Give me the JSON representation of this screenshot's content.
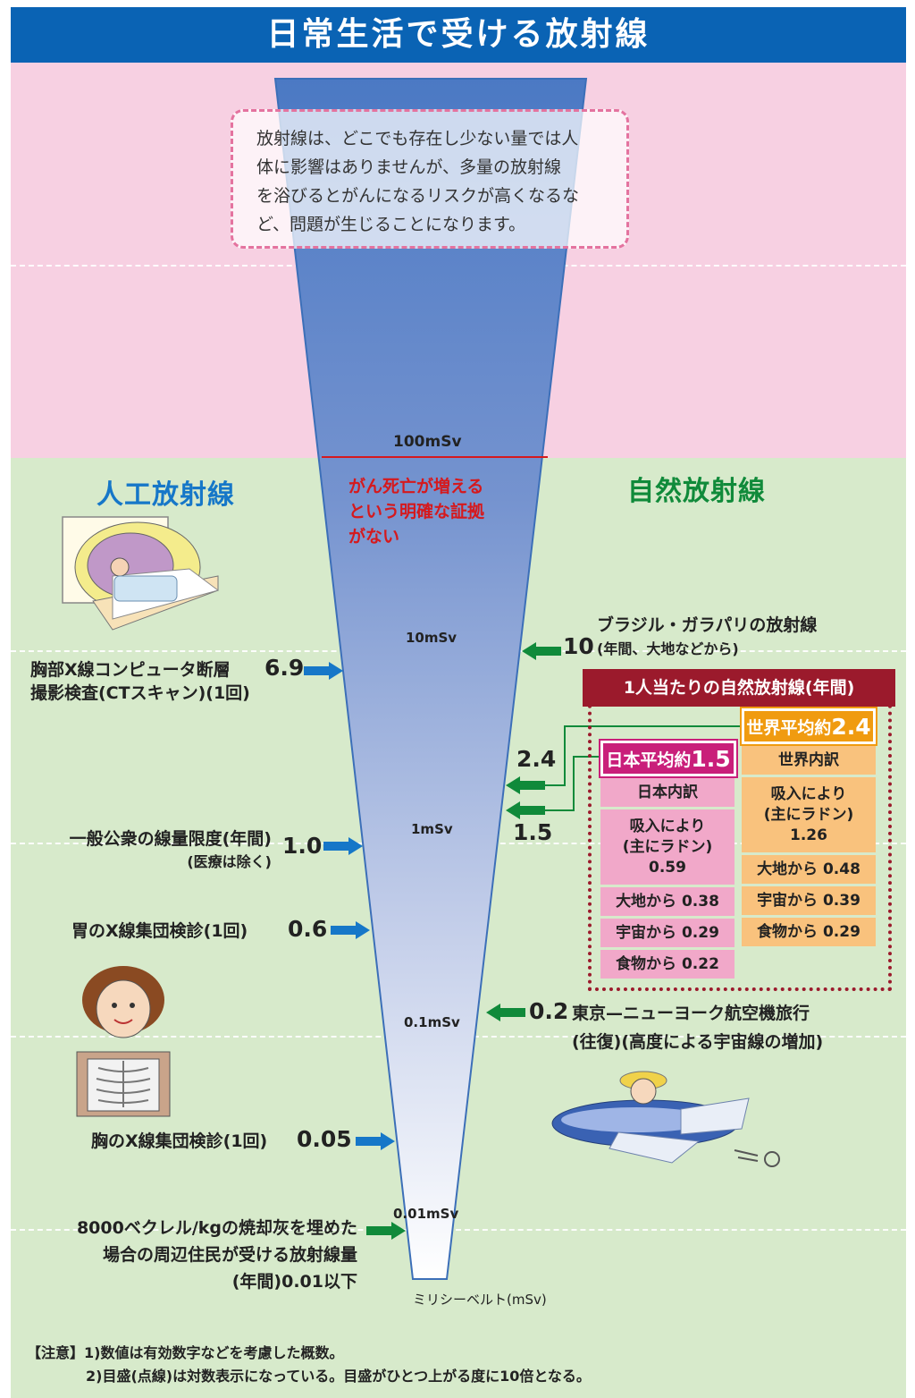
{
  "title": "日常生活で受ける放射線",
  "intro_lines": [
    "放射線は、どこでも存在し少ない量では人",
    "体に影響はありませんが、多量の放射線",
    "を浴びるとがんになるリスクが高くなるな",
    "ど、問題が生じることになります。"
  ],
  "scale": {
    "mSv100": "100mSv",
    "mSv10": "10mSv",
    "mSv1": "1mSv",
    "mSv01": "0.1mSv",
    "mSv001": "0.01mSv",
    "unit": "ミリシーベルト(mSv)"
  },
  "threshold_lines": [
    "がん死亡が増える",
    "という明確な証拠",
    "がない"
  ],
  "heading_left": "人工放射線",
  "heading_right": "自然放射線",
  "artificial": {
    "ct_line1": "胸部X線コンピュータ断層",
    "ct_line2": "撮影検査(CTスキャン)(1回)",
    "ct_value": "6.9",
    "public_line1": "一般公衆の線量限度(年間)",
    "public_line2": "(医療は除く)",
    "public_value": "1.0",
    "stomach_label": "胃のX線集団検診(1回)",
    "stomach_value": "0.6",
    "chest_label": "胸のX線集団検診(1回)",
    "chest_value": "0.05",
    "ash_line1": "8000ベクレル/kgの焼却灰を埋めた",
    "ash_line2": "場合の周辺住民が受ける放射線量",
    "ash_line3": "(年間)0.01以下"
  },
  "natural": {
    "brazil_label": "ブラジル・ガラパリの放射線",
    "brazil_value": "10",
    "brazil_note": "(年間、大地などから)",
    "world_value": "2.4",
    "japan_value": "1.5",
    "flight_value": "0.2",
    "flight_line1": "東京—ニューヨーク航空機旅行",
    "flight_line2": "(往復)(高度による宇宙線の増加)"
  },
  "natural_box": {
    "header": "1人当たりの自然放射線(年間)",
    "japan": {
      "head_prefix": "日本平均約",
      "head_value": "1.5",
      "sub": "日本内訳",
      "inhale_1": "吸入により",
      "inhale_2": "(主にラドン)",
      "inhale_3": "0.59",
      "ground": "大地から 0.38",
      "cosmic": "宇宙から 0.29",
      "food": "食物から 0.22"
    },
    "world": {
      "head_prefix": "世界平均約",
      "head_value": "2.4",
      "sub": "世界内訳",
      "inhale_1": "吸入により",
      "inhale_2": "(主にラドン)",
      "inhale_3": "1.26",
      "ground": "大地から 0.48",
      "cosmic": "宇宙から 0.39",
      "food": "食物から 0.29"
    }
  },
  "notes": {
    "line1": "【注意】1)数値は有効数字などを考慮した概数。",
    "line2": "2)目盛(点線)は対数表示になっている。目盛がひとつ上がる度に10倍となる。"
  },
  "colors": {
    "title_bg": "#0a63b4",
    "pink_zone": "#f7d0e2",
    "green_zone": "#d7eacb",
    "blue_arrow": "#1677c8",
    "green_arrow": "#108a3a",
    "threshold_red": "#d5191d",
    "japan_pink": "#c91f7a",
    "world_orange": "#f09b10"
  }
}
